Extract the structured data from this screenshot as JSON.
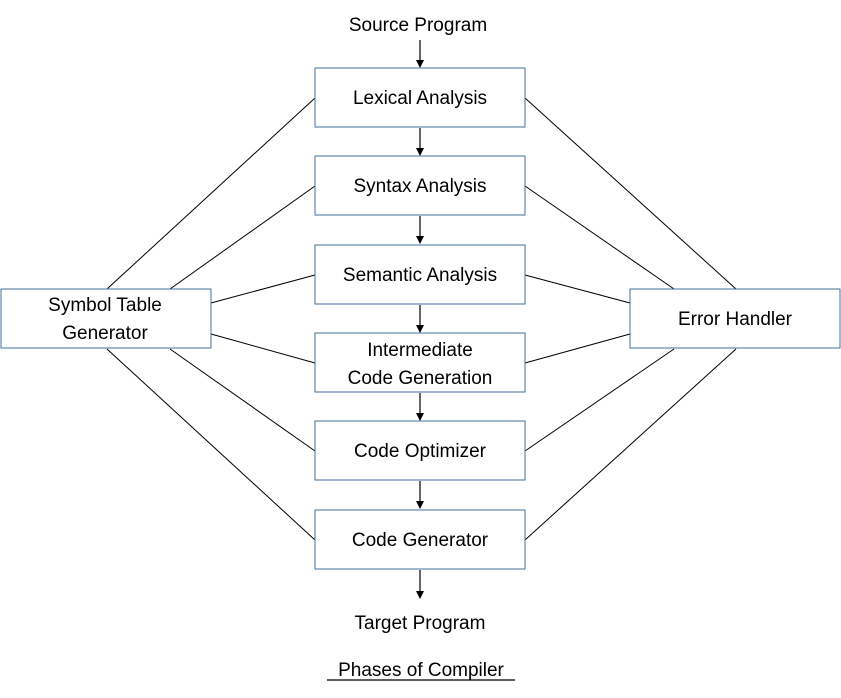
{
  "diagram": {
    "source": "Source Program",
    "target": "Target Program",
    "caption": "Phases of Compiler",
    "phases": [
      {
        "lines": [
          "Lexical Analysis"
        ]
      },
      {
        "lines": [
          "Syntax Analysis"
        ]
      },
      {
        "lines": [
          "Semantic Analysis"
        ]
      },
      {
        "lines": [
          "Intermediate",
          "Code Generation"
        ]
      },
      {
        "lines": [
          "Code Optimizer"
        ]
      },
      {
        "lines": [
          "Code Generator"
        ]
      }
    ],
    "symbol_table": {
      "lines": [
        "Symbol Table",
        "Generator"
      ]
    },
    "error_handler": {
      "lines": [
        "Error Handler"
      ]
    }
  },
  "colors": {
    "box_border": "#41719c",
    "line": "#000000",
    "text": "#000000"
  }
}
